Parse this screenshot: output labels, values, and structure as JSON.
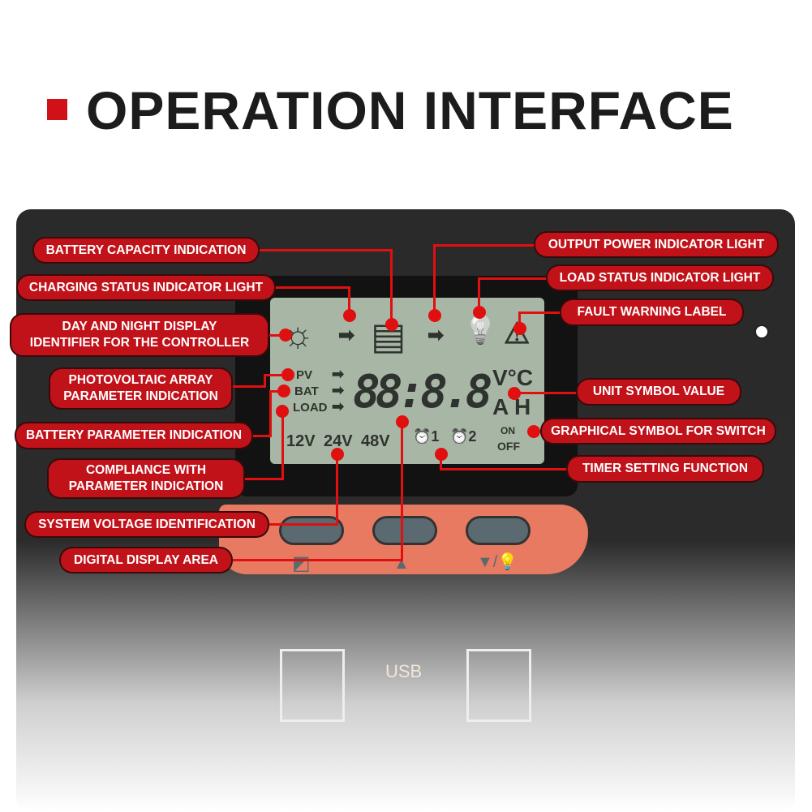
{
  "title": "OPERATION INTERFACE",
  "lcd": {
    "sun": "☼",
    "battery": "▤",
    "bulb": "💡",
    "warning": "⚠",
    "arrow": "➡",
    "pv": "PV",
    "bat": "BAT",
    "load": "LOAD",
    "digits": "88:8.8",
    "units_top": "V°C",
    "units_bottom": "A H",
    "v12": "12V",
    "v24": "24V",
    "v48": "48V",
    "timer1": "⏰1",
    "timer2": "⏰2",
    "on": "ON",
    "off": "OFF"
  },
  "labels": {
    "battery_capacity": "BATTERY CAPACITY INDICATION",
    "charging_status": "CHARGING STATUS INDICATOR LIGHT",
    "day_night": "DAY AND NIGHT DISPLAY IDENTIFIER FOR THE CONTROLLER",
    "pv_array": "PHOTOVOLTAIC ARRAY PARAMETER INDICATION",
    "battery_param": "BATTERY PARAMETER INDICATION",
    "compliance": "COMPLIANCE WITH PARAMETER INDICATION",
    "system_voltage": "SYSTEM VOLTAGE IDENTIFICATION",
    "digital_display": "DIGITAL DISPLAY AREA",
    "output_power": "OUTPUT POWER INDICATOR LIGHT",
    "load_status": "LOAD STATUS INDICATOR LIGHT",
    "fault_warning": "FAULT WARNING LABEL",
    "unit_symbol": "UNIT SYMBOL VALUE",
    "switch_symbol": "GRAPHICAL SYMBOL FOR SWITCH",
    "timer": "TIMER SETTING FUNCTION"
  },
  "buttons": {
    "menu_icon": "◩",
    "up_icon": "▲",
    "down_icon": "▼/💡"
  },
  "usb": "USB",
  "colors": {
    "label": "#c1121a",
    "accent_strip": "#e87a62",
    "lcd": "#a8b7a5"
  }
}
